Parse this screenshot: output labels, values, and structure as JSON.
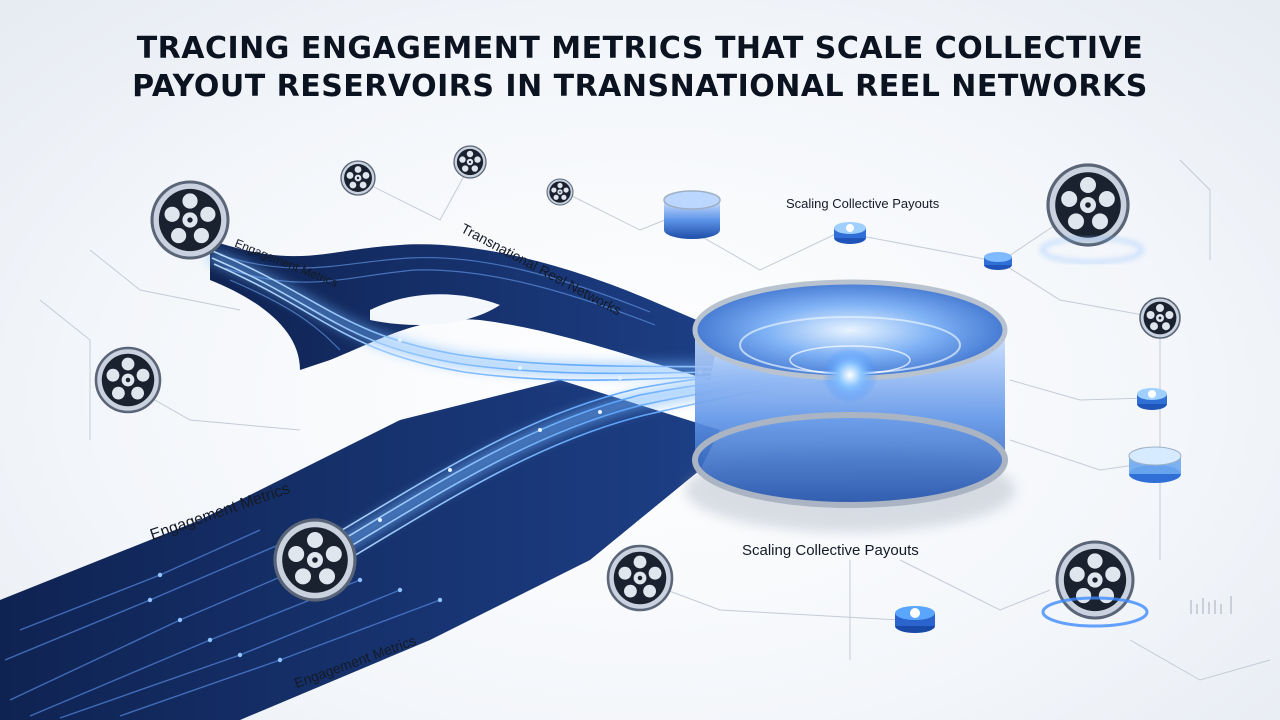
{
  "title": {
    "line1": "TRACING ENGAGEMENT METRICS THAT SCALE COLLECTIVE",
    "line2": "PAYOUT RESERVOIRS IN TRANSNATIONAL REEL NETWORKS"
  },
  "labels": {
    "engagement_top": "Engagement Metrics",
    "transnational": "Transnational Reel Networks",
    "engagement_mid": "Engagement Metrics",
    "engagement_bottom": "Engagement Metrics",
    "scaling_top": "Scaling Collective Payouts",
    "scaling_bottom": "Scaling Collective Payouts"
  },
  "icons": [
    "film-reel-icon",
    "reservoir-icon",
    "glowing-node-icon",
    "circuit-trace-icon"
  ],
  "colors": {
    "navy": "#13285a",
    "accent_blue": "#3d8bff",
    "glow": "#9fd0ff",
    "title": "#0b1220"
  }
}
